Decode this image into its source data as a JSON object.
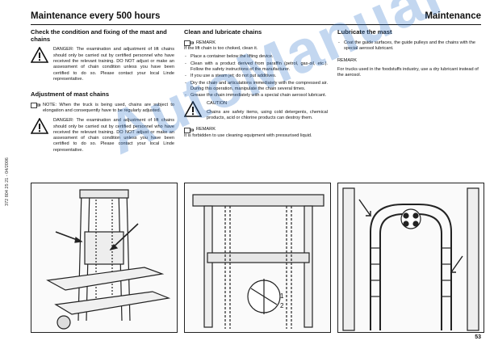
{
  "header": {
    "title": "Maintenance every 500 hours",
    "section": "Maintenance"
  },
  "side_code": "372 804 25 21 - 04/2006",
  "col1": {
    "h1": "Check the condition and fixing of the mast and chains",
    "danger1": "DANGER: The examination and adjustment of lift chains should only be carried out by certified personnel who have received the relevant training. DO NOT adjust or make an assessment of chain condition unless you have been certified to do so. Please contact your local Linde representative.",
    "h2": "Adjustment of mast chains",
    "note": "NOTE: When the truck is being used, chains are subject to elongation and consequently have to be regularly adjusted.",
    "danger2": "DANGER: The examination and adjustment of lift chains should only be carried out by certified personnel who have received the relevant training. DO NOT adjust or make an assessment of chain condition unless you have been certified to do so. Please contact your local Linde representative."
  },
  "col2": {
    "h": "Clean and lubricate chains",
    "remark_label": "REMARK",
    "remark1": "If the lift chain is too choked, clean it.",
    "steps": [
      "Place a container below the lifting device.",
      "Clean with a product derived from paraffin (petrol, gas-oil, etc.). Follow the safety instructions of the manufacturer.",
      "If you use a steam jet; do not put additives.",
      "Dry the chain and articulations immediately with the compressed air. During this operation, manipulate the chain several times.",
      "Grease the chain immediately with a special chain aerosol lubricant."
    ],
    "caution_label": "CAUTION",
    "caution": "Chains are safety items, using cold detergents, chemical products, acid or chlorine products can destroy them.",
    "remark2_label": "REMARK",
    "remark2": "It is forbidden to use cleaning equipment with pressurised liquid."
  },
  "col3": {
    "h": "Lubricate the mast",
    "step": "Coat the guide surfaces, the guide pulleys and the chains with the special aerosol lubricant.",
    "remark_label": "REMARK",
    "remark": "For trucks used in the foodstuffs industry, use a dry lubricant instead of the aerosol."
  },
  "figure2": {
    "callout_1": "1",
    "callout_2": "2"
  },
  "page_number": "53",
  "watermark": "AutoManual"
}
